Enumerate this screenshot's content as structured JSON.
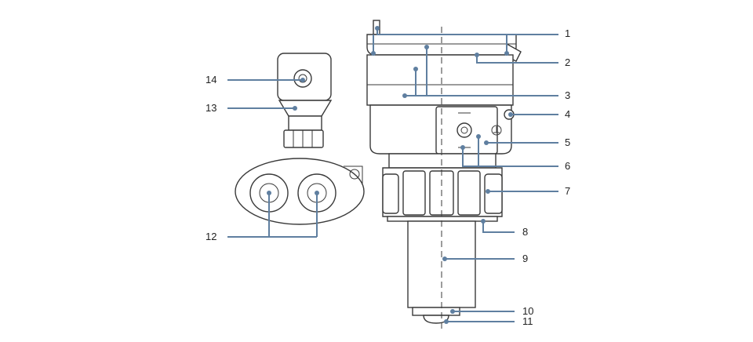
{
  "diagram": {
    "callouts": [
      {
        "id": "1",
        "label": "1"
      },
      {
        "id": "2",
        "label": "2"
      },
      {
        "id": "3",
        "label": "3"
      },
      {
        "id": "4",
        "label": "4"
      },
      {
        "id": "5",
        "label": "5"
      },
      {
        "id": "6",
        "label": "6"
      },
      {
        "id": "7",
        "label": "7"
      },
      {
        "id": "8",
        "label": "8"
      },
      {
        "id": "9",
        "label": "9"
      },
      {
        "id": "10",
        "label": "10"
      },
      {
        "id": "11",
        "label": "11"
      },
      {
        "id": "12",
        "label": "12"
      },
      {
        "id": "13",
        "label": "13"
      },
      {
        "id": "14",
        "label": "14"
      }
    ],
    "colors": {
      "leader": "#5f7fa0",
      "outline": "#3a3a3a",
      "background": "#ffffff"
    }
  }
}
